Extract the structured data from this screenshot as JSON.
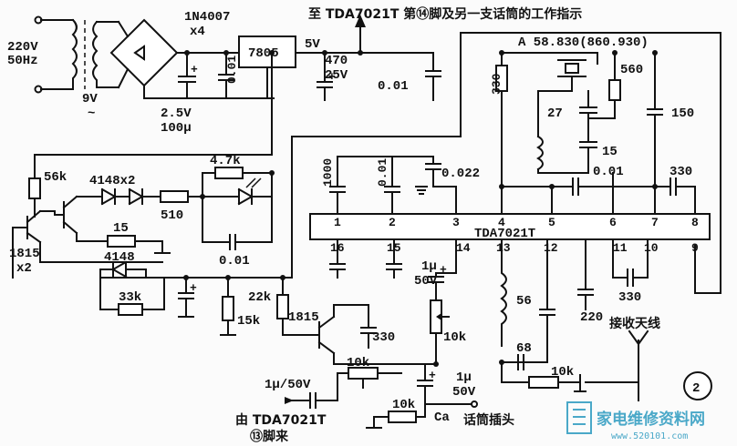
{
  "diagram": {
    "top_note": "至 TDA7021T 第⑭脚及另一支话筒的工作指示",
    "figure_number": "2",
    "ic": {
      "name": "TDA7021T",
      "pins_top": [
        "1",
        "2",
        "3",
        "4",
        "5",
        "6",
        "7",
        "8"
      ],
      "pins_bottom": [
        "16",
        "15",
        "14",
        "13",
        "12",
        "11",
        "10",
        "9"
      ]
    },
    "supply": {
      "mains": "220V",
      "freq": "50Hz",
      "secondary": "9V",
      "rectifier": "1N4007",
      "rectifier_qty": "x4",
      "regulator": "7805",
      "out_voltage": "5V",
      "filter_cap_a": "2.5V",
      "filter_cap_b": "100μ",
      "cap_001": "0.01",
      "cap_470": "470",
      "cap_470_v": "25V",
      "cap_top_001": "0.01"
    },
    "labels": {
      "freq_tag": "A  58.830(860.930)",
      "r330": "330",
      "r560": "560",
      "c27": "27",
      "c15": "15",
      "c150": "150",
      "c0022": "0.022",
      "c001_pin2": "0.01",
      "c1000": "1000",
      "c001_mid": "0.01",
      "c330_right": "330",
      "c330_pins": "330",
      "r56k": "56k",
      "d4148x2": "4148x2",
      "r47k": "4.7k",
      "r510": "510",
      "r15": "15",
      "t1815x2_a": "1815",
      "t1815x2_b": "x2",
      "d4148": "4148",
      "r33k": "33k",
      "r15k": "15k",
      "r22k": "22k",
      "t1815": "1815",
      "r330_q": "330",
      "c001_led": "0.01",
      "c1u_50v_a": "1μ",
      "c1u_50v_b": "50V",
      "vr10k": "10k",
      "l56": "56",
      "c68": "68",
      "c220": "220",
      "r10k_bottom": "10k",
      "antenna": "接收天线",
      "in_cap": "1μ/50V",
      "vr10k_b": "10k",
      "c1u_b_a": "1μ",
      "c1u_b_b": "50V",
      "r10k_c": "10k",
      "ca": "Ca",
      "mic_jack": "话筒插头",
      "from_a": "由 TDA7021T",
      "from_b": "⑬脚来"
    },
    "watermark": {
      "site": "家电维修资料网",
      "url": "www.520101.com"
    }
  }
}
